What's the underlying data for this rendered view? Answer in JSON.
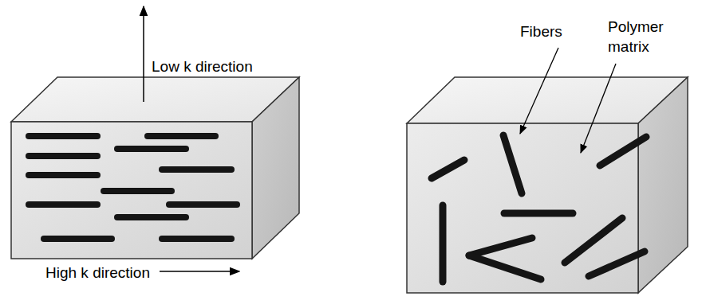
{
  "diagram": {
    "labels": [
      "Low k direction",
      "High k direction",
      "Fibers",
      "Polymer matrix"
    ]
  }
}
